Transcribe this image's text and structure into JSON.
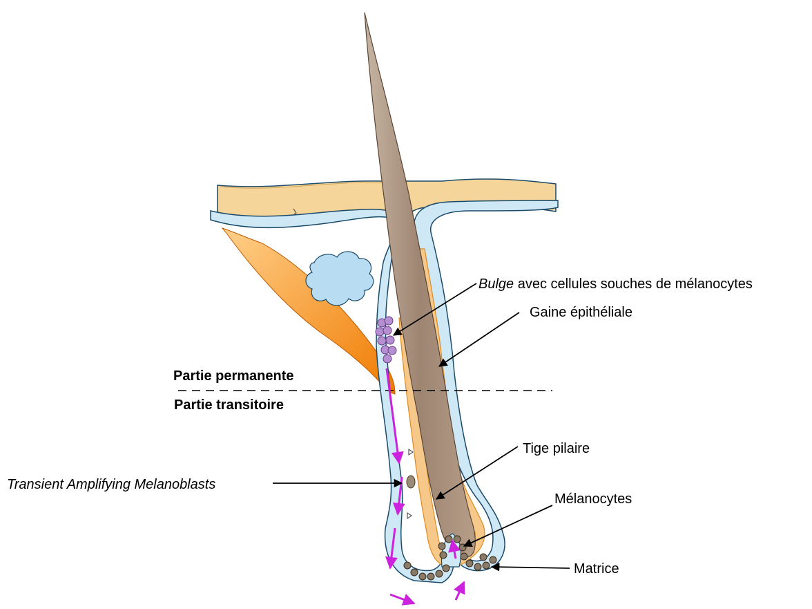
{
  "diagram": {
    "labels": {
      "bulge_italic": "Bulge",
      "bulge_rest": " avec cellules souches de mélanocytes",
      "gaine": "Gaine épithéliale",
      "partie_permanente": "Partie permanente",
      "partie_transitoire": "Partie transitoire",
      "tige": "Tige pilaire",
      "tam": "Transient Amplifying Melanoblasts",
      "melanocytes": "Mélanocytes",
      "matrice": "Matrice"
    },
    "colors": {
      "skin": "#f6d59a",
      "sheath": "#cfe8f6",
      "outline": "#1a4a6a",
      "hair_shaft": "#a08a78",
      "muscle": "#f0820c",
      "bulge_cells": "#b58fcf",
      "migration_arrows": "#cc22dd",
      "melanocyte": "#8a7a68"
    }
  }
}
